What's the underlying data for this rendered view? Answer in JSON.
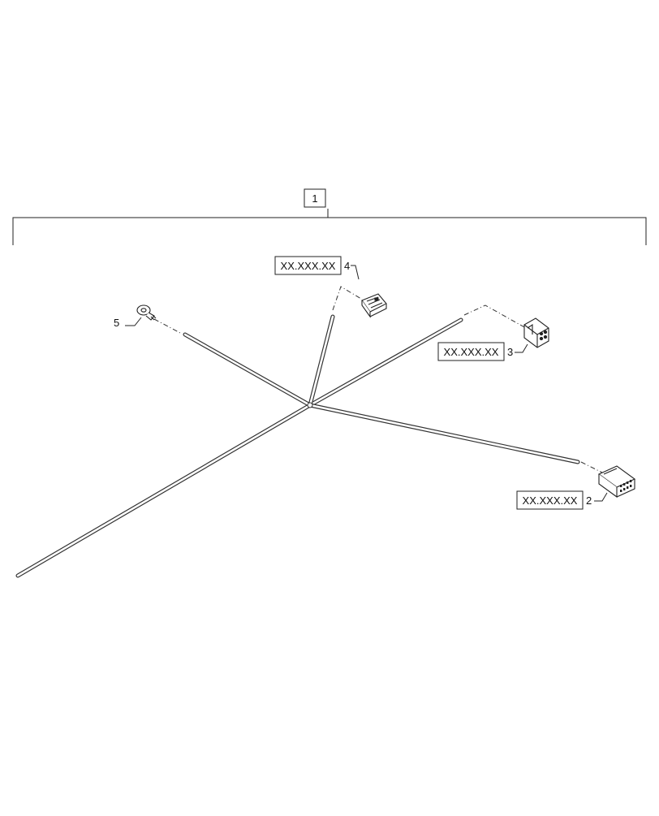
{
  "assembly": {
    "number": "1"
  },
  "callouts": [
    {
      "id": "item-2",
      "ref": "XX.XXX.XX",
      "number": "2",
      "part": "12-pin-rectangular-connector"
    },
    {
      "id": "item-3",
      "ref": "XX.XXX.XX",
      "number": "3",
      "part": "4-pin-round-connector"
    },
    {
      "id": "item-4",
      "ref": "XX.XXX.XX",
      "number": "4",
      "part": "4-pin-flat-connector"
    },
    {
      "id": "item-5",
      "ref": "",
      "number": "5",
      "part": "ring-terminal"
    }
  ],
  "colors": {
    "line": "#222222",
    "wire": "#333333",
    "background": "#ffffff"
  }
}
